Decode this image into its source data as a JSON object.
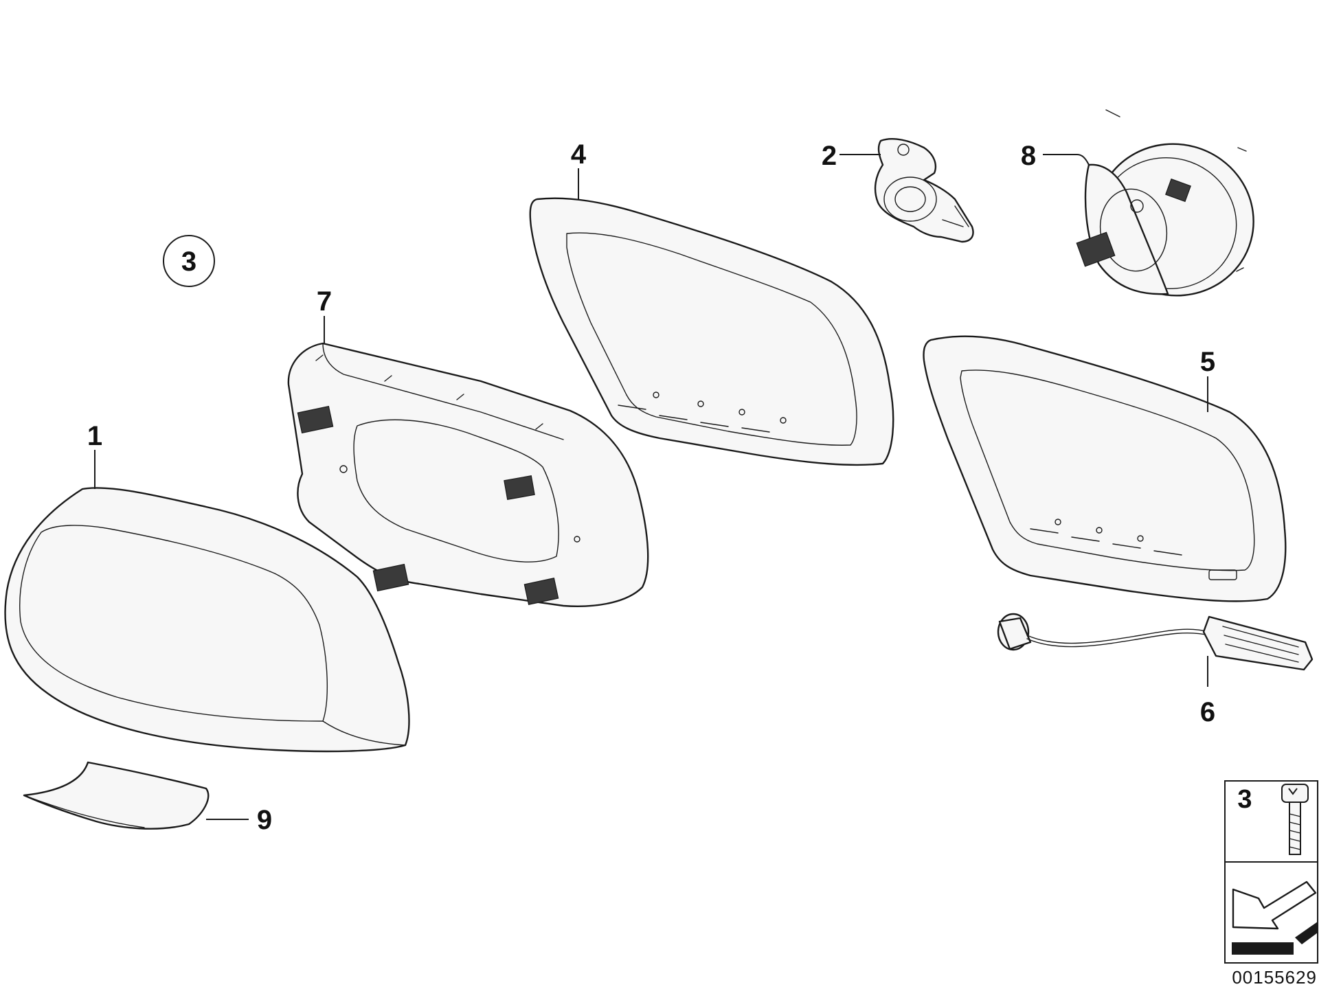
{
  "callouts": {
    "part_1": "1",
    "part_2": "2",
    "part_3": "3",
    "part_4": "4",
    "part_5": "5",
    "part_6": "6",
    "part_7": "7",
    "part_8": "8",
    "part_9": "9"
  },
  "legend": {
    "item_label": "3",
    "item_icon": "screw-icon",
    "arrow_icon": "direction-arrow-icon"
  },
  "document_number": "00155629"
}
